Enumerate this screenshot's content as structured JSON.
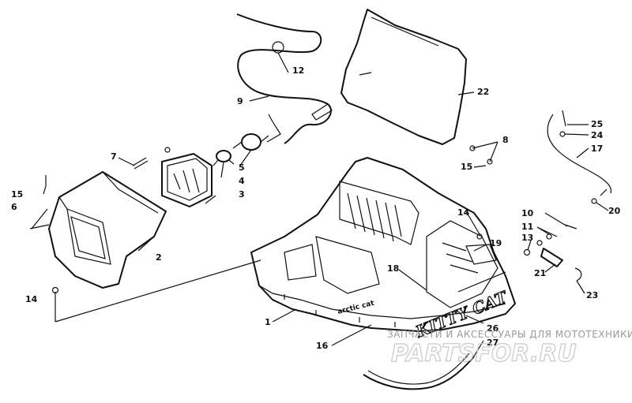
{
  "diagram": {
    "callouts": [
      "1",
      "2",
      "3",
      "4",
      "5",
      "6",
      "7",
      "8",
      "9",
      "10",
      "11",
      "12",
      "13",
      "14",
      "14",
      "14",
      "15",
      "15",
      "16",
      "17",
      "18",
      "19",
      "20",
      "21",
      "22",
      "23",
      "24",
      "25",
      "26",
      "27"
    ],
    "hood_lettering": "KITTY CAT",
    "badge_lettering": "arctic cat"
  },
  "watermark": {
    "tagline": "ЗАПЧАСТИ И АКСЕССУАРЫ ДЛЯ МОТОТЕХНИКИ",
    "brand": "PARTSFOR.RU"
  }
}
